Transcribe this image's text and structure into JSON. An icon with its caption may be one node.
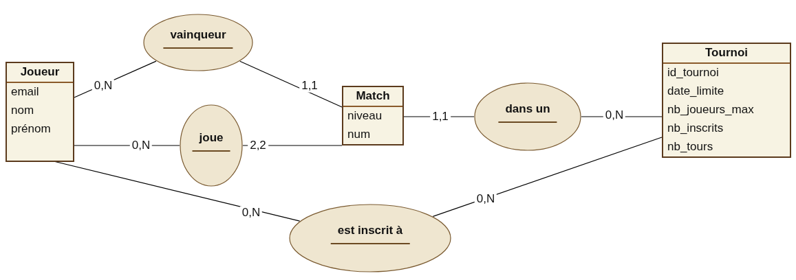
{
  "diagram": {
    "nodes": [
      {
        "text": [
          "Joueur",
          "email",
          "nom",
          "prénom"
        ]
      },
      {
        "text": [
          "vainqueur"
        ]
      },
      {
        "text": [
          "joue"
        ]
      },
      {
        "text": [
          "Match",
          "niveau",
          "num"
        ]
      },
      {
        "text": [
          "dans un"
        ]
      },
      {
        "text": [
          "Tournoi",
          "id_tournoi",
          "date_limite",
          "nb_joueurs_max",
          "nb_inscrits",
          "nb_tours"
        ]
      },
      {
        "text": [
          "est inscrit à"
        ]
      }
    ],
    "edges": [
      {
        "from": 0,
        "to": 1,
        "arrow": "none",
        "label": "0,N"
      },
      {
        "from": 1,
        "to": 3,
        "arrow": "none",
        "label": "1,1"
      },
      {
        "from": 0,
        "to": 2,
        "arrow": "none",
        "label": "0,N"
      },
      {
        "from": 2,
        "to": 3,
        "arrow": "none",
        "label": "2,2"
      },
      {
        "from": 3,
        "to": 4,
        "arrow": "none",
        "label": "1,1"
      },
      {
        "from": 4,
        "to": 5,
        "arrow": "none",
        "label": "0,N"
      },
      {
        "from": 0,
        "to": 6,
        "arrow": "none",
        "label": "0,N"
      },
      {
        "from": 6,
        "to": 5,
        "arrow": "none",
        "label": "0,N"
      }
    ]
  }
}
